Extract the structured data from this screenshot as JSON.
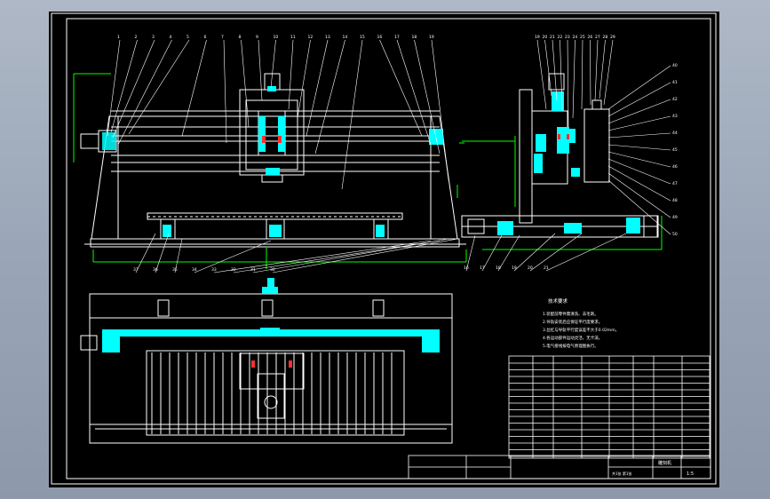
{
  "drawing": {
    "front_view_labels": [
      "1",
      "2",
      "3",
      "4",
      "5",
      "6",
      "7",
      "8",
      "9",
      "10",
      "11",
      "12",
      "13",
      "14",
      "15",
      "16",
      "17",
      "18",
      "19"
    ],
    "front_bottom_labels": [
      "37",
      "36",
      "35",
      "34",
      "33",
      "32",
      "31",
      "30"
    ],
    "side_view_labels": [
      "19",
      "20",
      "21",
      "22",
      "23",
      "24",
      "25",
      "26",
      "27",
      "28",
      "29"
    ],
    "side_right_labels": [
      "40",
      "41",
      "42",
      "43",
      "44",
      "45",
      "46",
      "47",
      "48",
      "49",
      "50"
    ],
    "side_bottom_labels": [
      "16",
      "17",
      "18",
      "19",
      "20",
      "21"
    ],
    "tech_requirements": {
      "title": "技术要求",
      "lines": [
        "1.装配前零件需清洗、去毛刺。",
        "2.导轨安装后应保证平行度要求。",
        "3.丝杠与导轨平行度误差不大于0.02mm。",
        "4.各运动部件运动灵活，无卡滞。",
        "5.电气接线按电气原理图执行。"
      ]
    },
    "title_block": {
      "scale": "1:5",
      "drawing_title": "雕刻机",
      "sheet": "共1张 第1张"
    },
    "colors": {
      "outline": "#ffffff",
      "section": "#00ffff",
      "dimension": "#00ff00",
      "accent": "#ff3030",
      "paper": "#000000"
    }
  }
}
